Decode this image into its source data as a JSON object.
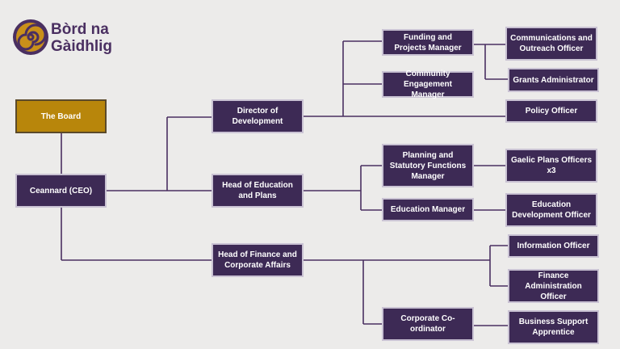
{
  "logo": {
    "line1": "Bòrd na",
    "line2": "Gàidhlig"
  },
  "colors": {
    "node": "#3d2a55",
    "board": "#b8860b",
    "line": "#4a2f61",
    "background": "#ecebea"
  },
  "nodes": {
    "board": "The Board",
    "ceo": "Ceannard (CEO)",
    "director_dev": "Director of Development",
    "head_edu": "Head of Education and Plans",
    "head_fin": "Head of Finance and Corporate Affairs",
    "funding_mgr": "Funding and Projects Manager",
    "community_mgr": "Community Engagement Manager",
    "comms_officer": "Communications and Outreach Officer",
    "grants_admin": "Grants Administrator",
    "policy_officer": "Policy Officer",
    "planning_mgr": "Planning and Statutory Functions Manager",
    "education_mgr": "Education Manager",
    "gaelic_plans": "Gaelic Plans Officers x3",
    "edu_dev_officer": "Education Development Officer",
    "info_officer": "Information Officer",
    "finance_admin": "Finance Administration Officer",
    "corp_coord": "Corporate Co-ordinator",
    "business_apprentice": "Business Support Apprentice"
  }
}
